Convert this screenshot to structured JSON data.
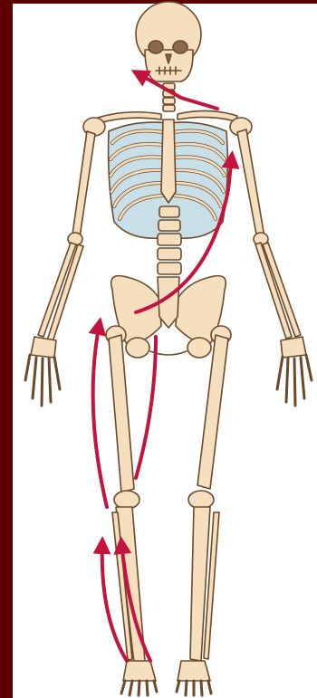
{
  "figure": {
    "subject": "skeleton",
    "view": "anterior",
    "arrows_count": 6
  },
  "colors": {
    "frame_border": "#5e0000",
    "bone_fill": "#f6dfbf",
    "bone_stroke": "#6b4a2b",
    "cartilage": "#c8dfe8",
    "arrow": "#c2143c",
    "background": "#ffffff"
  },
  "icons": {
    "arrowhead": "arrowhead-icon"
  }
}
